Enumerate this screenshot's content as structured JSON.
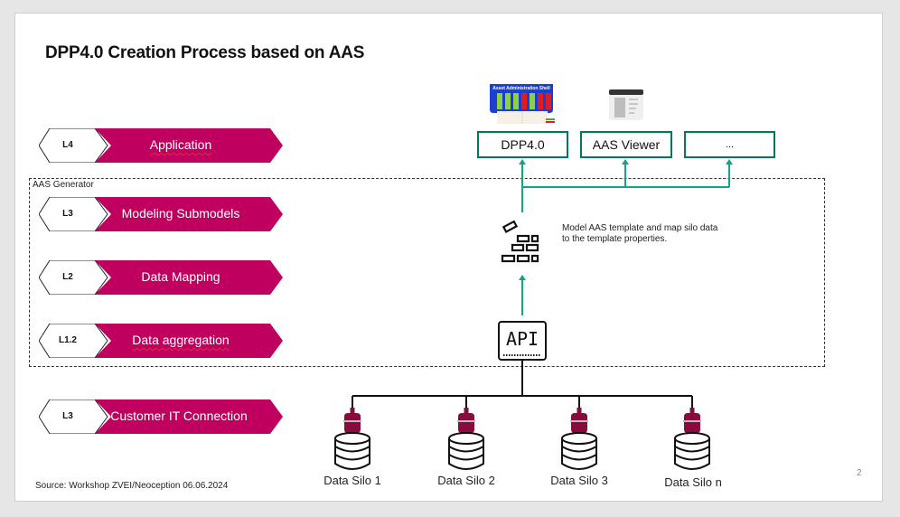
{
  "slide": {
    "title": "DPP4.0 Creation Process based on AAS",
    "page_number": "2",
    "source": "Source: Workshop ZVEI/Neoception 06.06.2024"
  },
  "colors": {
    "layer_fill": "#c0005e",
    "connector": "#12a58a",
    "app_border": "#00785c",
    "plug": "#8b0a3e"
  },
  "aas_generator": {
    "label": "AAS Generator"
  },
  "layers": [
    {
      "code": "L4",
      "label": "Application"
    },
    {
      "code": "L3",
      "label": "Modeling Submodels"
    },
    {
      "code": "L2",
      "label": "Data Mapping"
    },
    {
      "code": "L1.2",
      "label": "Data aggregation"
    },
    {
      "code": "L3",
      "label": "Customer IT Connection"
    }
  ],
  "applications": [
    {
      "label": "DPP4.0",
      "icon": "aas-dashboard-icon"
    },
    {
      "label": "AAS Viewer",
      "icon": "document-viewer-icon"
    },
    {
      "label": "...",
      "icon": ""
    }
  ],
  "modeling": {
    "icon": "bricks-icon",
    "description": "Model AAS template and map silo data to the template properties."
  },
  "api": {
    "label": "API",
    "icon": "api-icon"
  },
  "silos": [
    {
      "label": "Data Silo 1"
    },
    {
      "label": "Data Silo 2"
    },
    {
      "label": "Data Silo 3"
    },
    {
      "label": "Data Silo n"
    }
  ]
}
